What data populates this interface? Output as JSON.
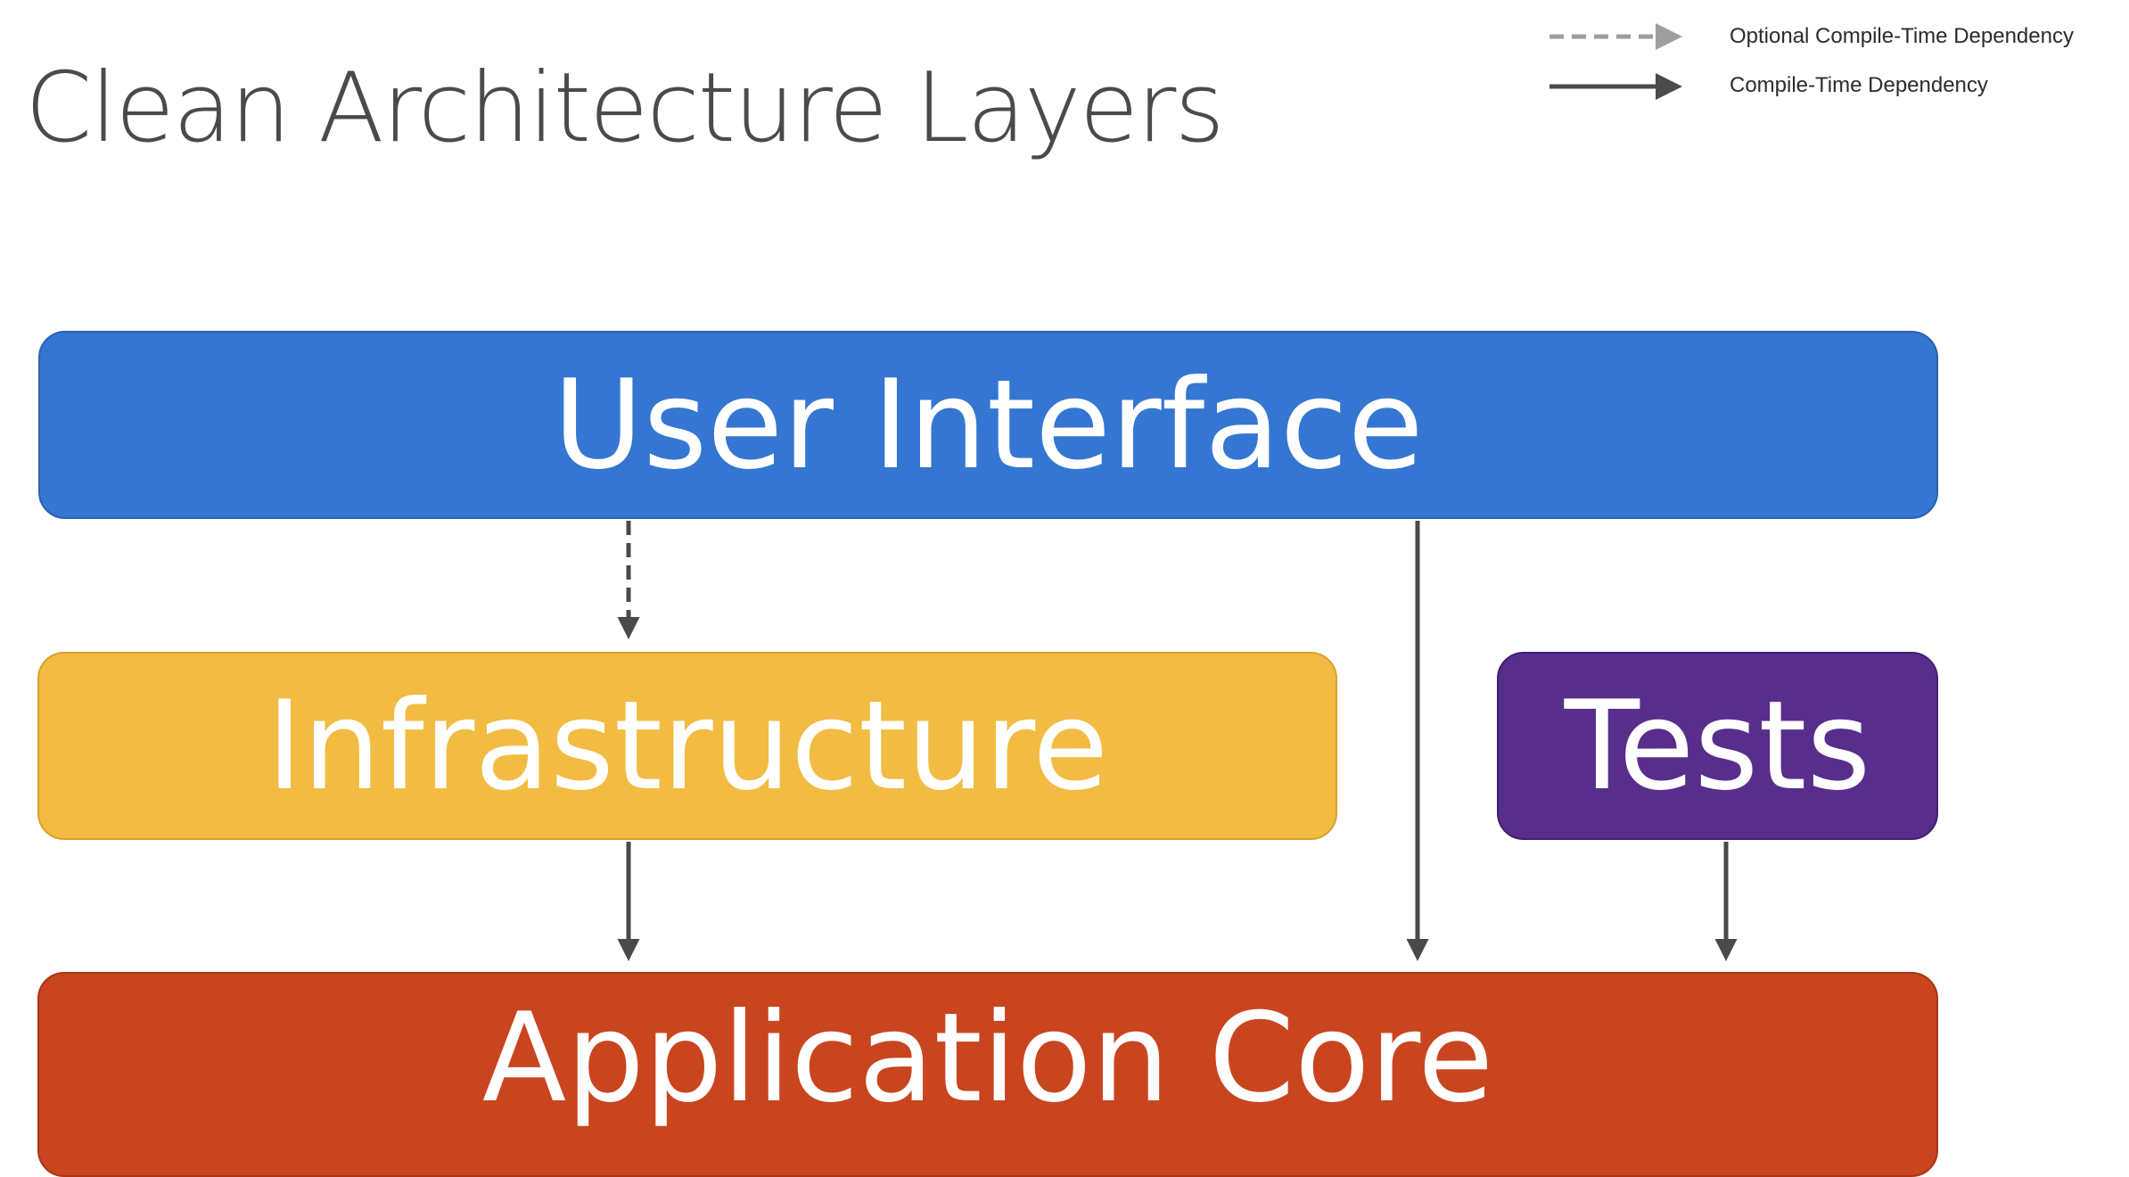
{
  "title": "Clean Architecture Layers",
  "legend": {
    "optional": "Optional Compile-Time Dependency",
    "compile": "Compile-Time Dependency"
  },
  "layers": {
    "user_interface": "User Interface",
    "infrastructure": "Infrastructure",
    "tests": "Tests",
    "application_core": "Application Core"
  },
  "colors": {
    "user_interface": "#3476d2",
    "infrastructure": "#f2bb42",
    "tests": "#572e8c",
    "application_core": "#c84520",
    "arrow": "#4a4a4a",
    "optional_arrow": "#9e9e9e"
  }
}
